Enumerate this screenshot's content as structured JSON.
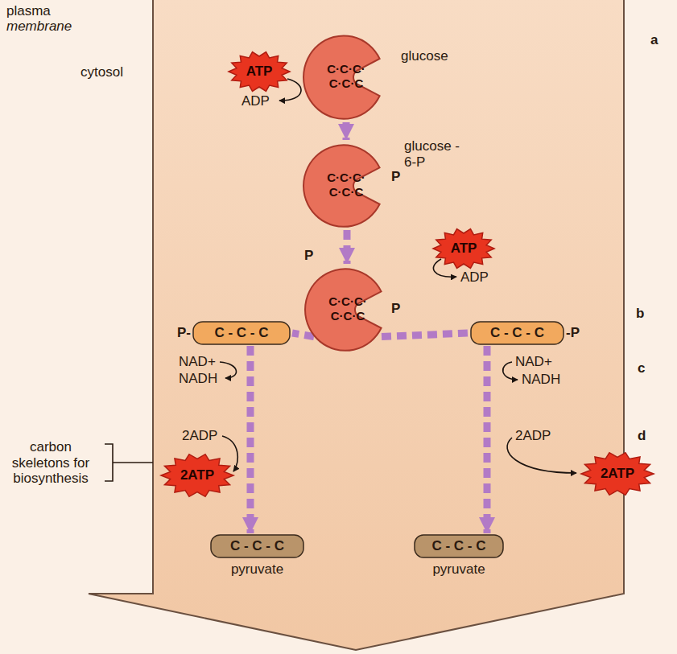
{
  "diagram": {
    "nodes": [
      {
        "text": [
          "C·C·C·C·C·C",
          "glucose"
        ]
      },
      {
        "text": [
          "C·C·C·C·C·C",
          "P",
          "glucose - 6-P"
        ]
      },
      {
        "text": [
          "P",
          "C·C·C·C·C·C",
          "P"
        ]
      },
      {
        "text": [
          "P-",
          "C - C - C"
        ]
      },
      {
        "text": [
          "C - C - C",
          "-P"
        ]
      },
      {
        "text": [
          "C - C - C",
          "pyruvate"
        ]
      },
      {
        "text": [
          "C - C - C",
          "pyruvate"
        ]
      },
      {
        "text": [
          "ATP"
        ]
      },
      {
        "text": [
          "ATP"
        ]
      },
      {
        "text": [
          "2ATP"
        ]
      },
      {
        "text": [
          "2ATP"
        ]
      }
    ],
    "edges": [
      {
        "from": 0,
        "to": 1,
        "arrow": "to"
      },
      {
        "from": 1,
        "to": 2,
        "arrow": "to"
      },
      {
        "from": 2,
        "to": 3,
        "arrow": "none"
      },
      {
        "from": 2,
        "to": 4,
        "arrow": "none"
      },
      {
        "from": 3,
        "to": 5,
        "arrow": "to"
      },
      {
        "from": 4,
        "to": 6,
        "arrow": "to"
      }
    ],
    "labels": [
      "plasma",
      "membrane",
      "cytosol",
      "ADP",
      "a",
      "ADP",
      "b",
      "c",
      "NAD+",
      "NADH",
      "NAD+",
      "NADH",
      "carbon skeletons for biosynthesis",
      "2ADP",
      "d",
      "2ADP"
    ]
  }
}
